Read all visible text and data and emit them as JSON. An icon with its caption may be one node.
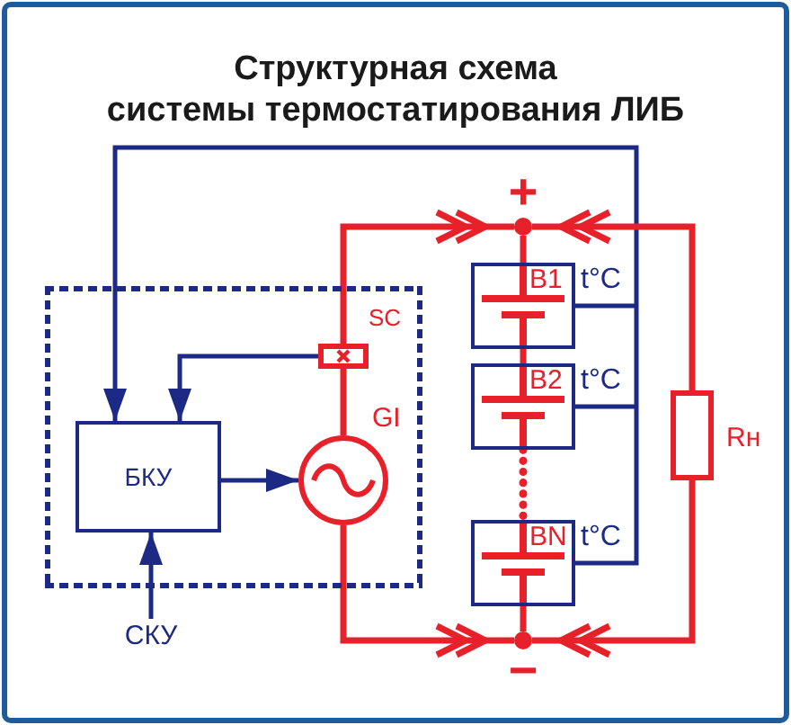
{
  "diagram": {
    "title": "Структурная схема системы термостатирования ЛИБ",
    "nodes": [
      {
        "text": [],
        "shape": "box"
      },
      {
        "text": [
          "БКУ"
        ],
        "in": 0
      },
      {
        "text": [],
        "shape": "box",
        "beside": [
          "SC"
        ],
        "in": 0
      },
      {
        "text": [],
        "shape": "circle",
        "beside": [
          "GI"
        ],
        "in": 0
      },
      {
        "text": [
          "СКУ"
        ]
      },
      {
        "text": [],
        "shape": "circle",
        "beside": [
          "+"
        ]
      },
      {
        "text": [
          "B1"
        ],
        "beside": [
          "t°C"
        ]
      },
      {
        "text": [
          "B2"
        ],
        "beside": [
          "t°C"
        ]
      },
      {
        "text": [
          "BN"
        ],
        "beside": [
          "t°C"
        ]
      },
      {
        "text": [],
        "shape": "circle",
        "beside": [
          "−"
        ]
      },
      {
        "text": [],
        "shape": "box",
        "beside": [
          "Rн"
        ]
      }
    ],
    "edges": [
      {
        "from": 2,
        "to": 1,
        "arrow": "to",
        "color": "#1c2a86"
      },
      {
        "from": 6,
        "to": 1,
        "arrow": "to",
        "color": "#1c2a86"
      },
      {
        "from": 7,
        "to": 1,
        "arrow": "to",
        "color": "#1c2a86"
      },
      {
        "from": 8,
        "to": 1,
        "arrow": "to",
        "color": "#1c2a86"
      },
      {
        "from": 1,
        "to": 3,
        "arrow": "to",
        "color": "#1c2a86"
      },
      {
        "from": 4,
        "to": 1,
        "arrow": "to",
        "color": "#1c2a86"
      },
      {
        "from": 3,
        "to": 2,
        "arrow": "none"
      },
      {
        "from": 2,
        "to": 5,
        "arrow": "to"
      },
      {
        "from": 10,
        "to": 5,
        "arrow": "to"
      },
      {
        "from": 5,
        "to": 6,
        "arrow": "none"
      },
      {
        "from": 6,
        "to": 7,
        "arrow": "none"
      },
      {
        "from": 7,
        "to": 8,
        "arrow": "none",
        "style": "dashed"
      },
      {
        "from": 8,
        "to": 9,
        "arrow": "none"
      },
      {
        "from": 3,
        "to": 9,
        "arrow": "to"
      },
      {
        "from": 10,
        "to": 9,
        "arrow": "to"
      }
    ]
  }
}
